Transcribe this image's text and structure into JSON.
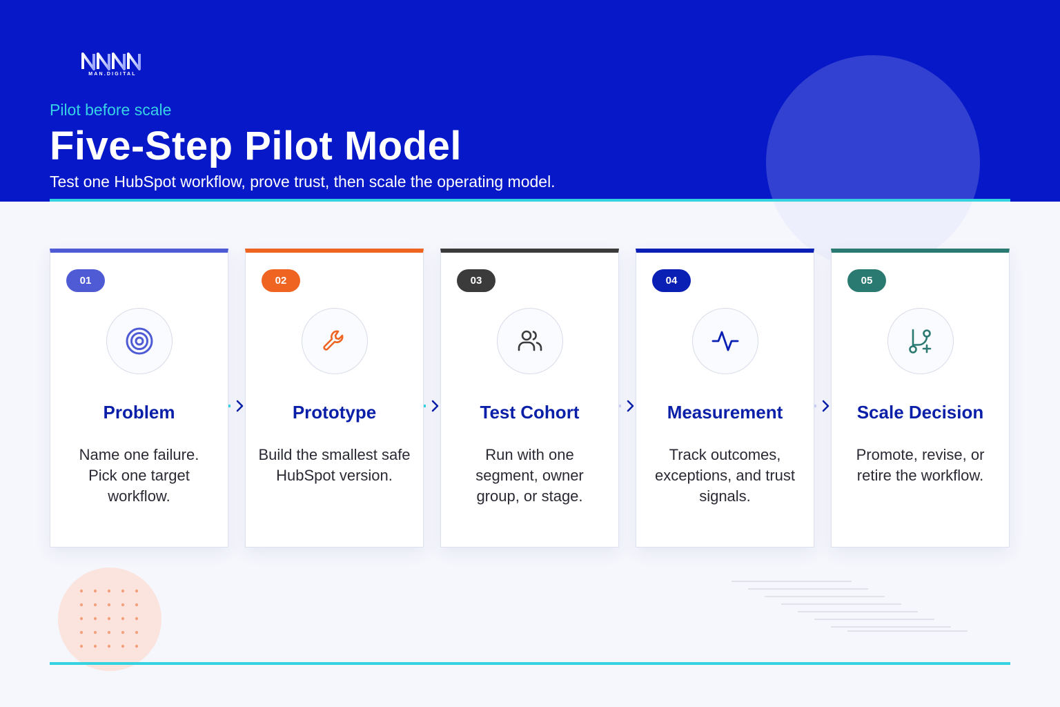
{
  "brand": {
    "logo_text": "MAN.DIGITAL"
  },
  "header": {
    "eyebrow": "Pilot before scale",
    "title": "Five-Step Pilot Model",
    "subtitle": "Test one HubSpot workflow, prove trust, then scale the operating model."
  },
  "colors": {
    "hero_bg": "#0618c7",
    "accent_cyan": "#35d3e0",
    "card_title": "#0a1fa8"
  },
  "steps": [
    {
      "number": "01",
      "title": "Problem",
      "description": "Name one failure. Pick one target workflow.",
      "icon": "target-icon",
      "accent": "#4f5bd5"
    },
    {
      "number": "02",
      "title": "Prototype",
      "description": "Build the smallest safe HubSpot version.",
      "icon": "wrench-icon",
      "accent": "#ee6420"
    },
    {
      "number": "03",
      "title": "Test Cohort",
      "description": "Run with one segment, owner group, or stage.",
      "icon": "users-icon",
      "accent": "#3b3b3b"
    },
    {
      "number": "04",
      "title": "Measurement",
      "description": "Track outcomes, exceptions, and trust signals.",
      "icon": "activity-icon",
      "accent": "#0a1fb3"
    },
    {
      "number": "05",
      "title": "Scale Decision",
      "description": "Promote, revise, or retire the workflow.",
      "icon": "branch-icon",
      "accent": "#2a7a72"
    }
  ]
}
